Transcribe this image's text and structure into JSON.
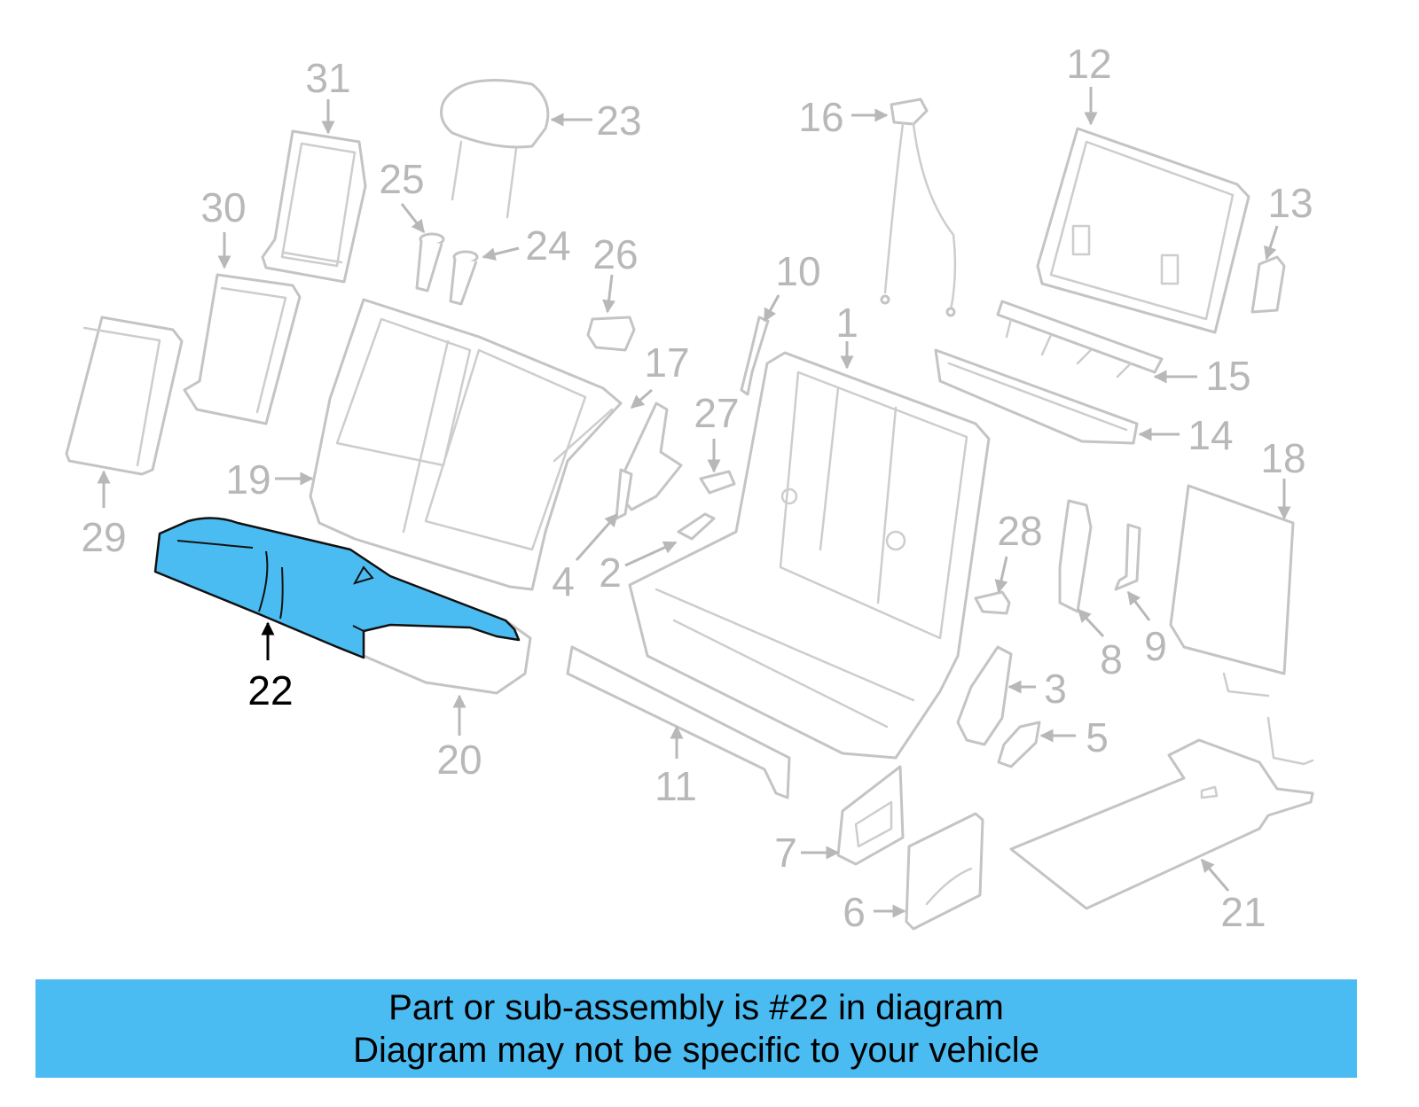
{
  "diagram": {
    "highlight_color": "#4bbcf2",
    "highlighted_part": "22",
    "callouts": [
      "1",
      "2",
      "3",
      "4",
      "5",
      "6",
      "7",
      "8",
      "9",
      "10",
      "11",
      "12",
      "13",
      "14",
      "15",
      "16",
      "17",
      "18",
      "19",
      "20",
      "21",
      "22",
      "23",
      "24",
      "25",
      "26",
      "27",
      "28",
      "29",
      "30",
      "31"
    ]
  },
  "banner": {
    "line1": "Part or sub-assembly is #22 in diagram",
    "line2": "Diagram may not be specific to your vehicle"
  }
}
